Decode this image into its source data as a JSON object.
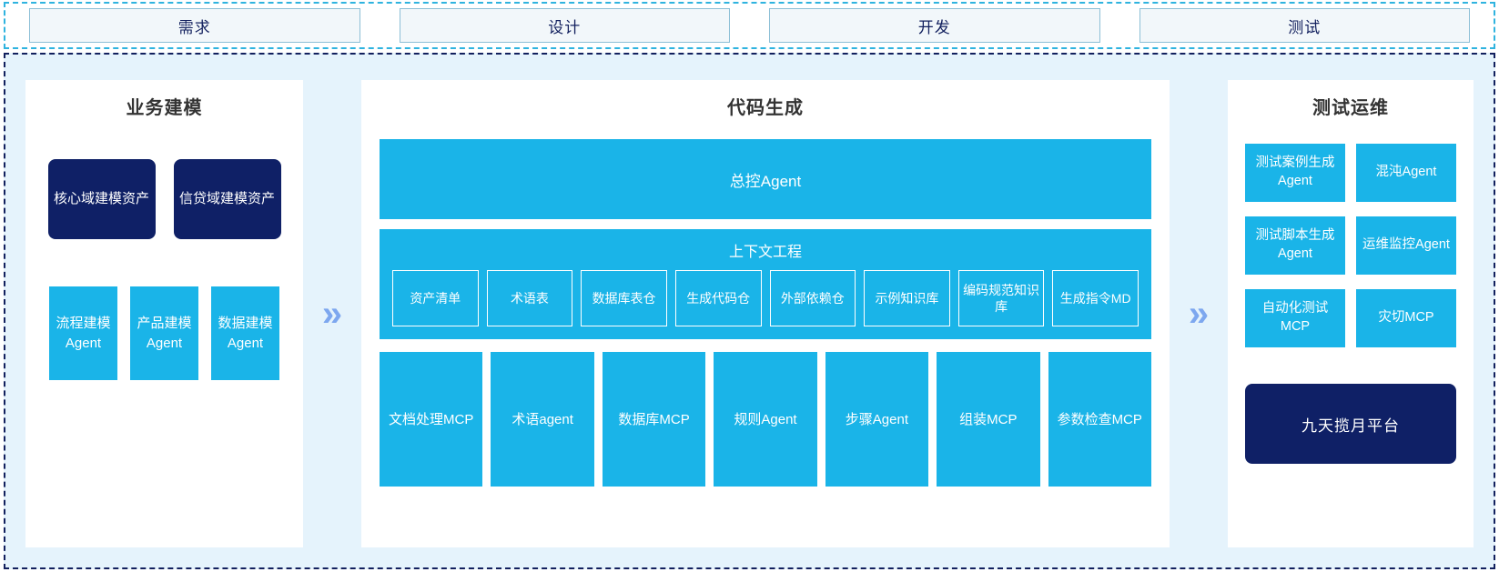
{
  "phases": {
    "tabs": [
      {
        "label": "需求"
      },
      {
        "label": "设计"
      },
      {
        "label": "开发"
      },
      {
        "label": "测试"
      }
    ]
  },
  "colors": {
    "accent_blue": "#1ab4e8",
    "navy": "#0f2066",
    "page_bg": "#e5f3fc",
    "panel_bg": "#ffffff",
    "chevron": "#7da7ef",
    "tab_bg": "#f2f7fa",
    "tab_border": "#8dbfd6",
    "strip_border": "#2fb3df",
    "main_border": "#12205e",
    "title_text": "#333333"
  },
  "business_modeling": {
    "title": "业务建模",
    "assets": [
      {
        "label": "核心域建模资产"
      },
      {
        "label": "信贷域建模资产"
      }
    ],
    "agents": [
      {
        "label": "流程建模Agent"
      },
      {
        "label": "产品建模Agent"
      },
      {
        "label": "数据建模Agent"
      }
    ]
  },
  "connector_left": {
    "icon": "double-chevron-right-icon",
    "glyph": "»"
  },
  "code_generation": {
    "title": "代码生成",
    "master_agent": {
      "label": "总控Agent"
    },
    "context_engineering": {
      "title": "上下文工程",
      "items": [
        {
          "label": "资产清单"
        },
        {
          "label": "术语表"
        },
        {
          "label": "数据库表仓"
        },
        {
          "label": "生成代码仓"
        },
        {
          "label": "外部依赖仓"
        },
        {
          "label": "示例知识库"
        },
        {
          "label": "编码规范知识库"
        },
        {
          "label": "生成指令MD"
        }
      ]
    },
    "mcp_tools": [
      {
        "label": "文档处理MCP"
      },
      {
        "label": "术语agent"
      },
      {
        "label": "数据库MCP"
      },
      {
        "label": "规则Agent"
      },
      {
        "label": "步骤Agent"
      },
      {
        "label": "组装MCP"
      },
      {
        "label": "参数检查MCP"
      }
    ]
  },
  "connector_right": {
    "icon": "double-chevron-right-icon",
    "glyph": "»"
  },
  "test_ops": {
    "title": "测试运维",
    "cards": [
      {
        "label": "测试案例生成Agent"
      },
      {
        "label": "混沌Agent"
      },
      {
        "label": "测试脚本生成Agent"
      },
      {
        "label": "运维监控Agent"
      },
      {
        "label": "自动化测试MCP"
      },
      {
        "label": "灾切MCP"
      }
    ],
    "platform": {
      "label": "九天揽月平台"
    }
  }
}
